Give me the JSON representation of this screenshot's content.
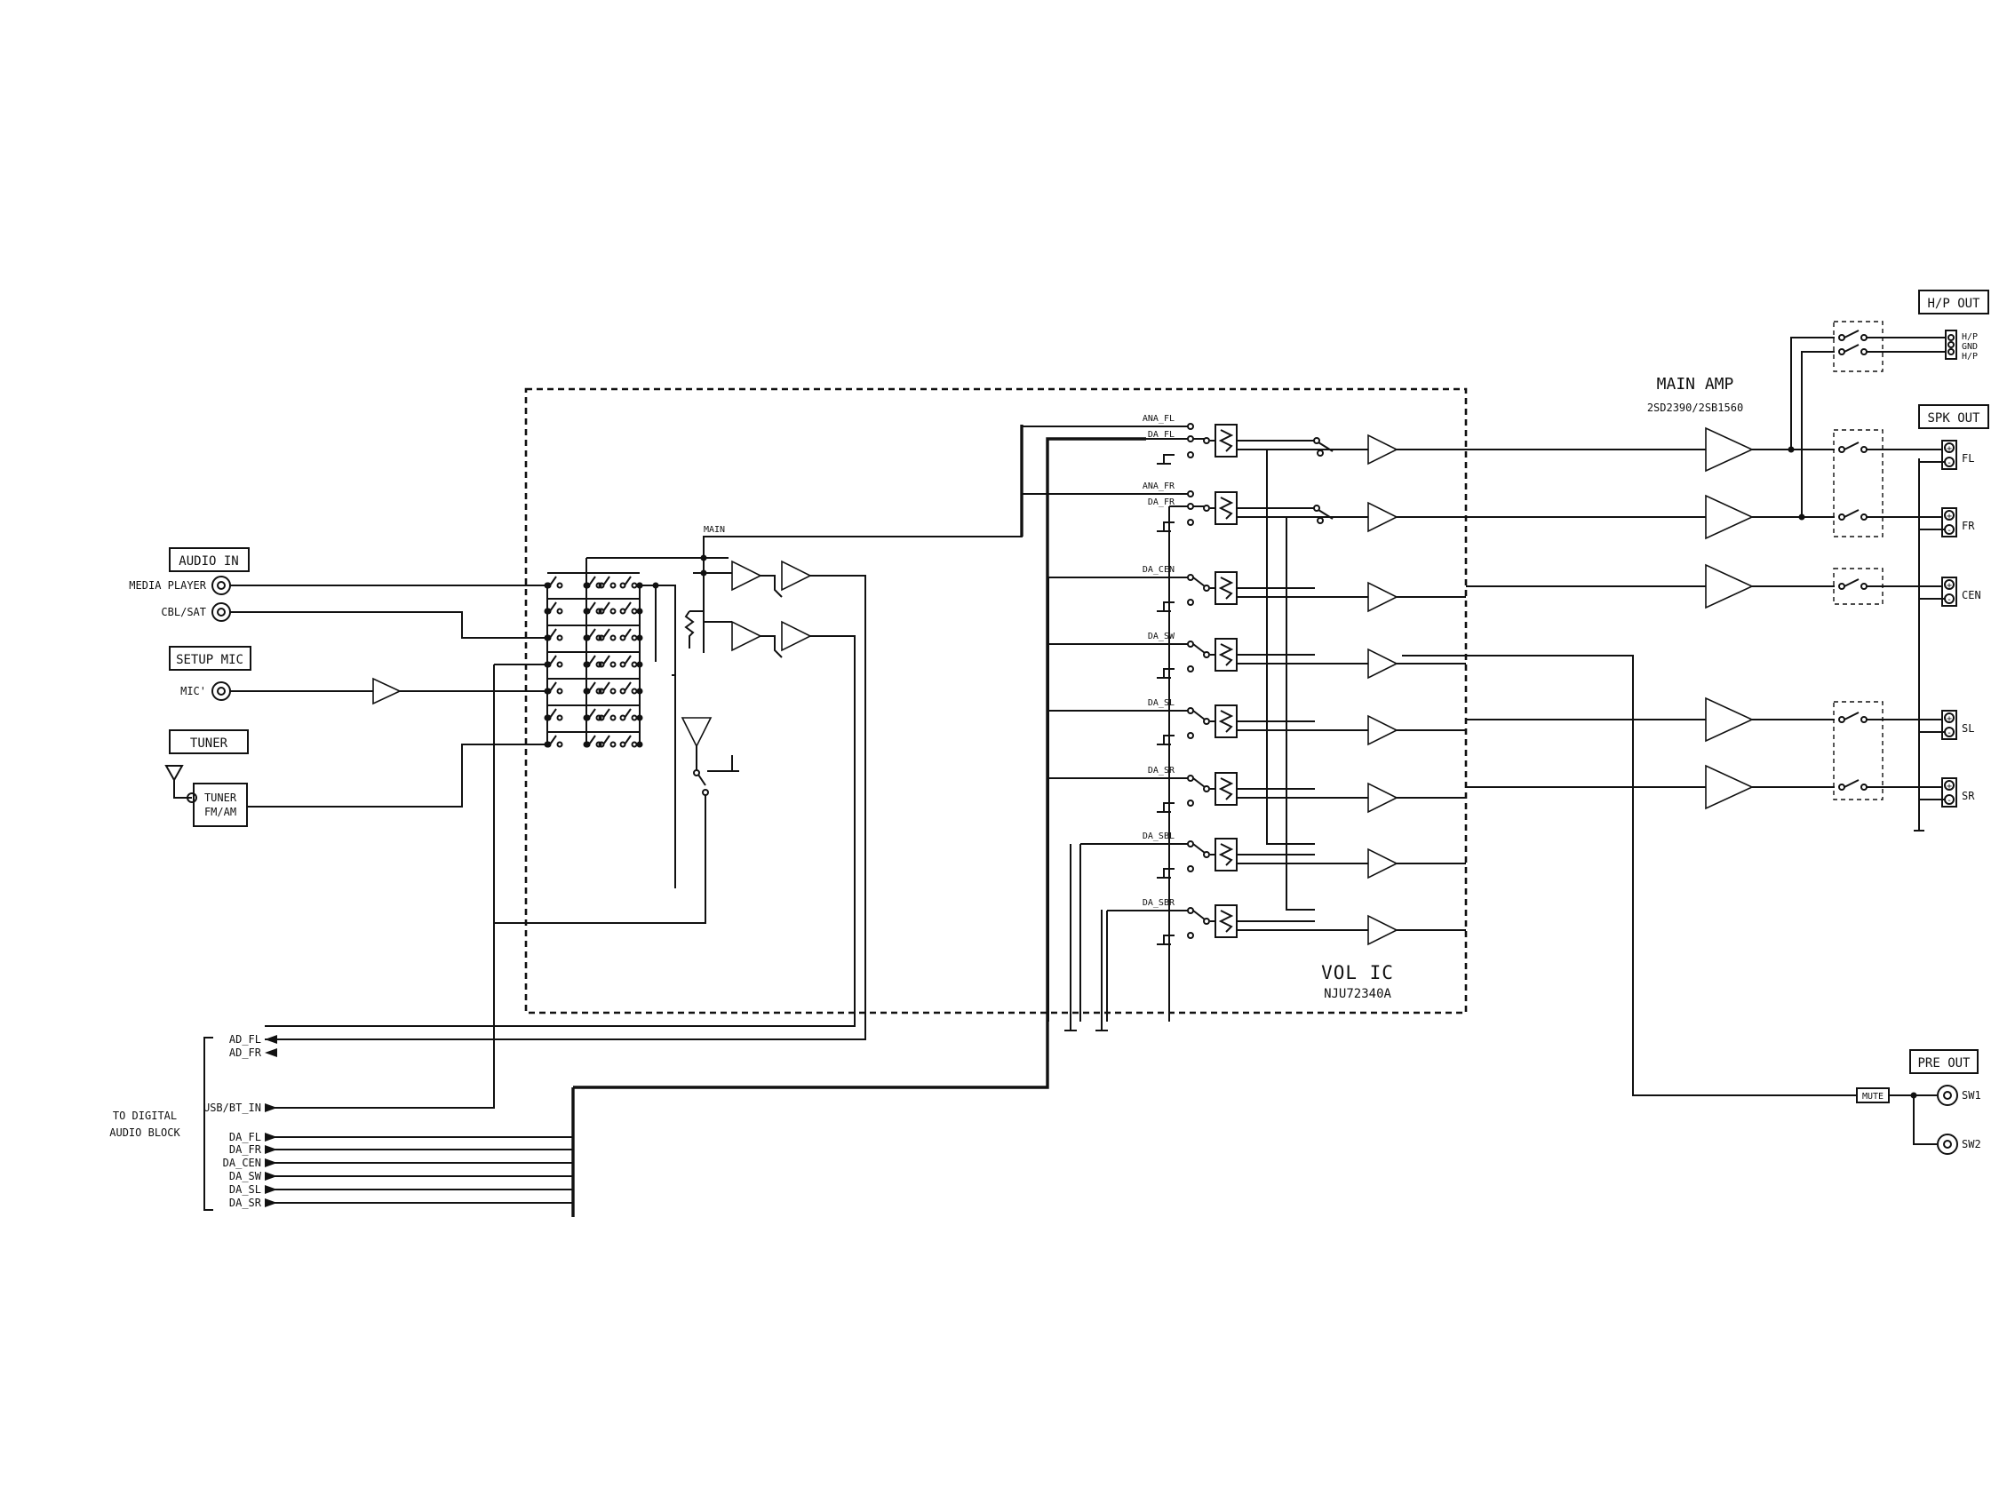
{
  "labels": {
    "audio_in": "AUDIO IN",
    "media_player": "MEDIA PLAYER",
    "cbl_sat": "CBL/SAT",
    "setup_mic": "SETUP MIC",
    "mic": "MIC'",
    "tuner_box": "TUNER",
    "tuner_mod_1": "TUNER",
    "tuner_mod_2": "FM/AM",
    "main": "MAIN",
    "vol_ic": "VOL IC",
    "vol_ic_part": "NJU72340A",
    "main_amp": "MAIN AMP",
    "main_amp_part": "2SD2390/2SB1560",
    "hp_out": "H/P OUT",
    "hp1": "H/P",
    "gnd": "GND",
    "hp2": "H/P",
    "spk_out": "SPK OUT",
    "pre_out": "PRE OUT",
    "mute": "MUTE",
    "sw1": "SW1",
    "sw2": "SW2",
    "to_digital_1": "TO DIGITAL",
    "to_digital_2": "AUDIO BLOCK",
    "spk_plus": "+",
    "spk_minus": "-"
  },
  "volume_inputs": [
    {
      "ana": "ANA_FL",
      "da": "DA_FL"
    },
    {
      "ana": "ANA_FR",
      "da": "DA_FR"
    },
    {
      "ana": "",
      "da": "DA_CEN"
    },
    {
      "ana": "",
      "da": "DA_SW"
    },
    {
      "ana": "",
      "da": "DA_SL"
    },
    {
      "ana": "",
      "da": "DA_SR"
    },
    {
      "ana": "",
      "da": "DA_SBL"
    },
    {
      "ana": "",
      "da": "DA_SBR"
    }
  ],
  "speaker_channels": [
    "FL",
    "FR",
    "CEN",
    "SL",
    "SR"
  ],
  "digital_block_signals": [
    "AD_FL",
    "AD_FR",
    "USB/BT_IN",
    "DA_FL",
    "DA_FR",
    "DA_CEN",
    "DA_SW",
    "DA_SL",
    "DA_SR"
  ]
}
